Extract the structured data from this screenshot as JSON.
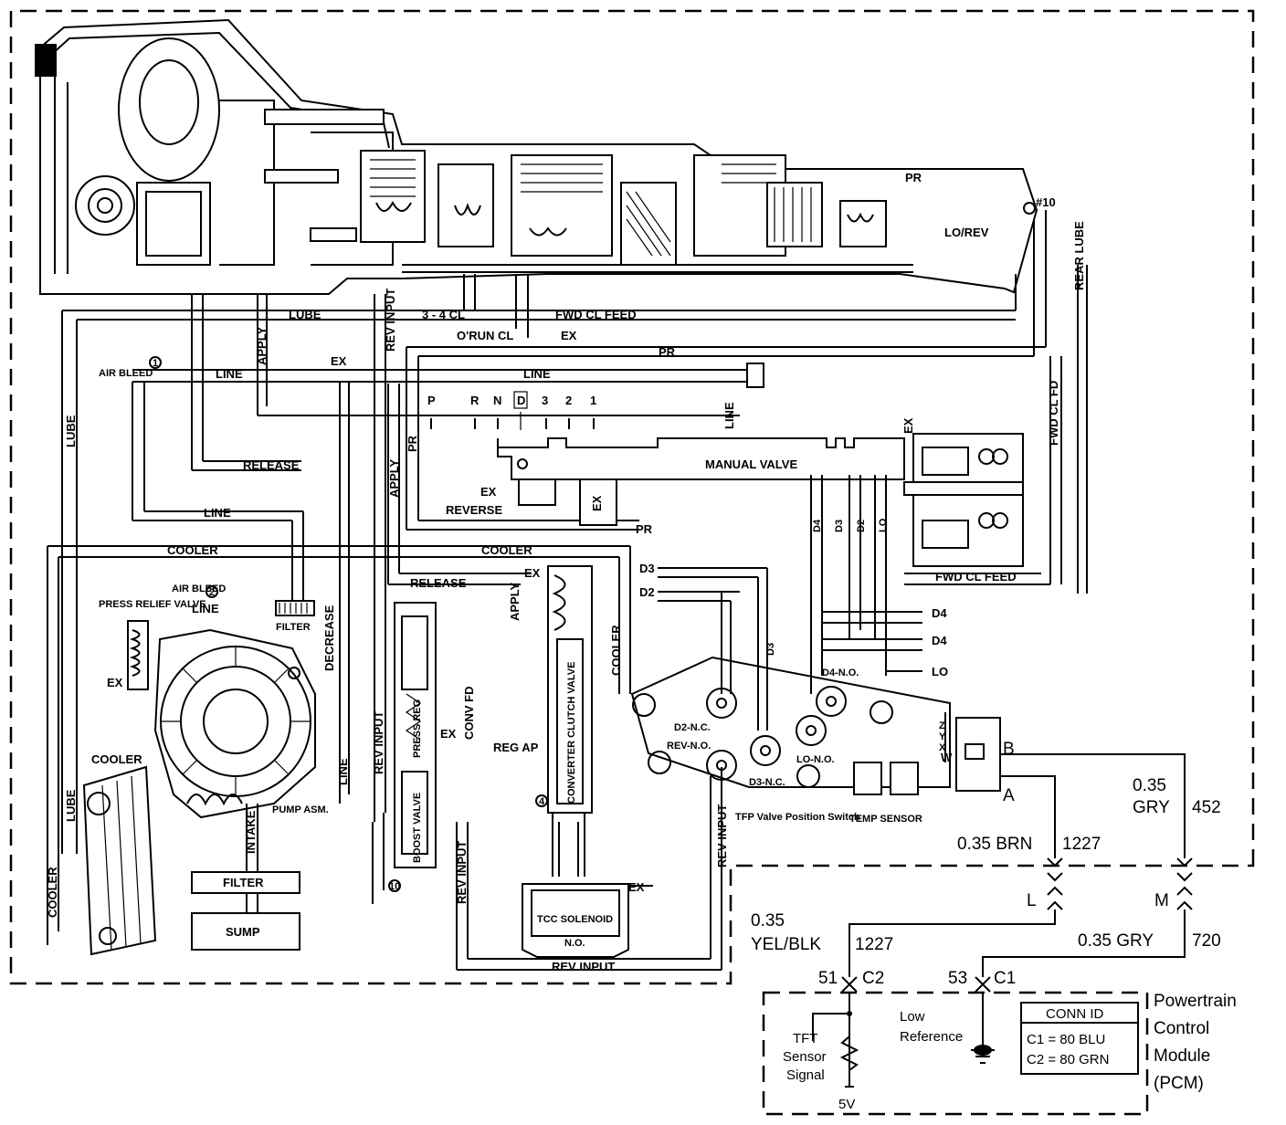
{
  "hydraulic": {
    "passages": {
      "lube": "LUBE",
      "line": "LINE",
      "apply": "APPLY",
      "release": "RELEASE",
      "cooler": "COOLER",
      "decrease": "DECREASE",
      "rev_input": "REV INPUT",
      "pr": "PR",
      "ex": "EX",
      "cl_3_4": "3 - 4 CL",
      "orun_cl": "O'RUN CL",
      "fwd_cl_feed": "FWD CL FEED",
      "fwd_cl_fd": "FWD CL FD",
      "lo_rev": "LO/REV",
      "rear_lube": "REAR LUBE",
      "check_10": "#10",
      "reverse": "REVERSE",
      "conv_fd": "CONV FD",
      "reg_ap": "REG AP",
      "intake": "INTAKE"
    },
    "components": {
      "air_bleed": "AIR BLEED",
      "press_relief_valve": "PRESS RELIEF VALVE",
      "filter": "FILTER",
      "pump_asm": "PUMP ASM.",
      "sump": "SUMP",
      "cooler": "COOLER",
      "manual_valve": "MANUAL VALVE",
      "press_reg": "PRESS REG",
      "boost_valve": "BOOST VALVE",
      "converter_clutch_valve": "CONVERTER CLUTCH VALVE",
      "tcc_solenoid": "TCC SOLENOID",
      "tcc_no": "N.O.",
      "tfp_switch": "TFP Valve Position Switch",
      "temp_sensor": "TEMP SENSOR",
      "d2_nc": "D2-N.C.",
      "d3_nc": "D3-N.C.",
      "d4_no": "D4-N.O.",
      "lo_no": "LO-N.O.",
      "rev_no": "REV-N.O."
    },
    "gear_positions": [
      "P",
      "R",
      "N",
      "D",
      "3",
      "2",
      "1"
    ],
    "selected_gear": "D",
    "circuits": [
      "D4",
      "D3",
      "D2",
      "LO"
    ],
    "side_lines": [
      "D3",
      "D2",
      "D4",
      "D4",
      "LO"
    ],
    "switch_letters": [
      "Z",
      "Y",
      "X",
      "W"
    ],
    "check_balls": [
      "1",
      "2",
      "4",
      "10"
    ]
  },
  "wiring": {
    "terminal_b": "B",
    "terminal_a": "A",
    "w452_gauge": "0.35",
    "w452_color": "GRY",
    "w452_num": "452",
    "w1227_label": "0.35 BRN",
    "w1227_num": "1227",
    "conn_l": "L",
    "conn_m": "M",
    "yel_gauge": "0.35",
    "yel_color": "YEL/BLK",
    "yel_num": "1227",
    "gry720_label": "0.35 GRY",
    "gry720_num": "720",
    "pin51": "51",
    "c2": "C2",
    "pin53": "53",
    "c1": "C1"
  },
  "pcm": {
    "title_lines": [
      "Powertrain",
      "Control",
      "Module",
      "(PCM)"
    ],
    "tft_lines": [
      "TFT",
      "Sensor",
      "Signal"
    ],
    "low_ref_lines": [
      "Low",
      "Reference"
    ],
    "v5": "5V",
    "conn_id_title": "CONN ID",
    "conn_id_rows": [
      "C1 = 80 BLU",
      "C2 = 80 GRN"
    ]
  }
}
